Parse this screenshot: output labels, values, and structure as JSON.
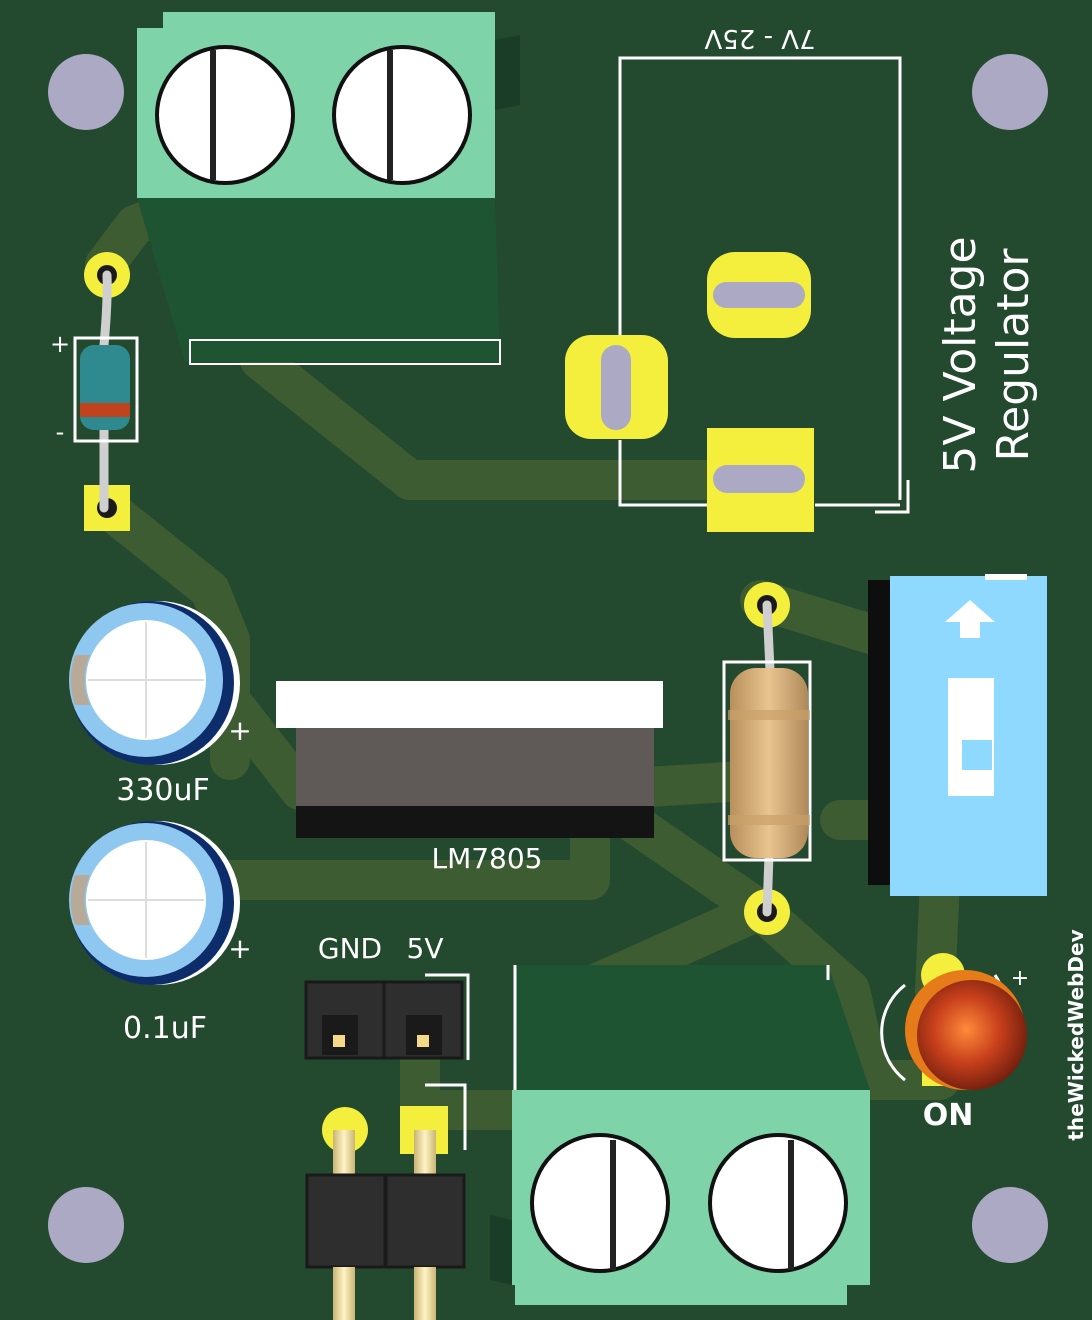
{
  "board": {
    "title_line1": "5V Voltage",
    "title_line2": "Regulator",
    "credit": "theWickedWebDev",
    "input_range": "7V - 25V"
  },
  "labels": {
    "cap_large": "330uF",
    "cap_small": "0.1uF",
    "regulator": "LM7805",
    "header_gnd": "GND",
    "header_5v": "5V",
    "led": "ON",
    "plus": "+",
    "minus": "-"
  },
  "colors": {
    "pcb": "#234a2e",
    "trace": "#3f5f30",
    "pad": "#f4ee3c",
    "terminal_block": "#7fd3a8",
    "switch": "#8fd8ff",
    "led": "#d2461c"
  }
}
